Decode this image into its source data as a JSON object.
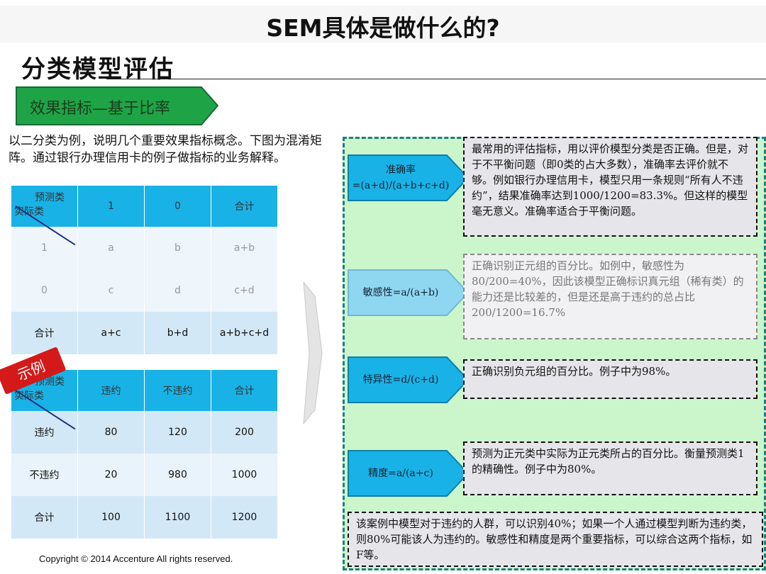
{
  "title": "分类模型评估",
  "section": "效果指标—基于比率",
  "intro": "以二分类为例，说明几个重要效果指标概念。下图为混淆矩阵。通过银行办理信用卡的例子做指标的业务解释。",
  "table1": {
    "pred": "预测类",
    "actual": "实际类",
    "headers": [
      "1",
      "0",
      "合计"
    ],
    "rows": [
      [
        "1",
        "a",
        "b",
        "a+b"
      ],
      [
        "0",
        "c",
        "d",
        "c+d"
      ],
      [
        "合计",
        "a+c",
        "b+d",
        "a+b+c+d"
      ]
    ]
  },
  "stamp": "示例",
  "table2": {
    "pred": "预测类",
    "actual": "实际类",
    "headers": [
      "违约",
      "不违约",
      "合计"
    ],
    "rows": [
      [
        "违约",
        "80",
        "120",
        "200"
      ],
      [
        "不违约",
        "20",
        "980",
        "1000"
      ],
      [
        "合计",
        "100",
        "1100",
        "1200"
      ]
    ]
  },
  "metrics": [
    {
      "label": "准确率\n=(a+d)/(a+b+c+d)",
      "desc": "最常用的评估指标，用以评价模型分类是否正确。但是，对于不平衡问题（即0类的占大多数），准确率去评价就不够。例如银行办理信用卡，模型只用一条规则“所有人不违约”，结果准确率达到1000/1200=83.3%。但这样的模型毫无意义。准确率适合于平衡问题。"
    },
    {
      "label": "敏感性=a/(a+b)",
      "desc": "正确识别正元组的百分比。如例中，敏感性为80/200=40%，因此该模型正确标识真元组（稀有类）的能力还是比较差的，但是还是高于违约的总占比200/1200=16.7%"
    },
    {
      "label": "特异性=d/(c+d)",
      "desc": "正确识别负元组的百分比。例子中为98%。"
    },
    {
      "label": "精度=a/(a+c)",
      "desc": "预测为正元类中实际为正元类所占的百分比。衡量预测类1的精确性。例子中为80%。"
    }
  ],
  "summary": "该案例中模型对于违约的人群，可以识别40%；如果一个人通过模型判断为违约类，则80%可能该人为违约的。敏感性和精度是两个重要指标，可以综合这两个指标，如F等。",
  "watermark": "SEM具体是做什么的?",
  "copyright": "Copyright © 2014  Accenture  All rights reserved.",
  "colors": {
    "section": "#1fa347",
    "header": "#19b2e6",
    "panel": "#cbf6cb",
    "stamp": "#d41919"
  }
}
